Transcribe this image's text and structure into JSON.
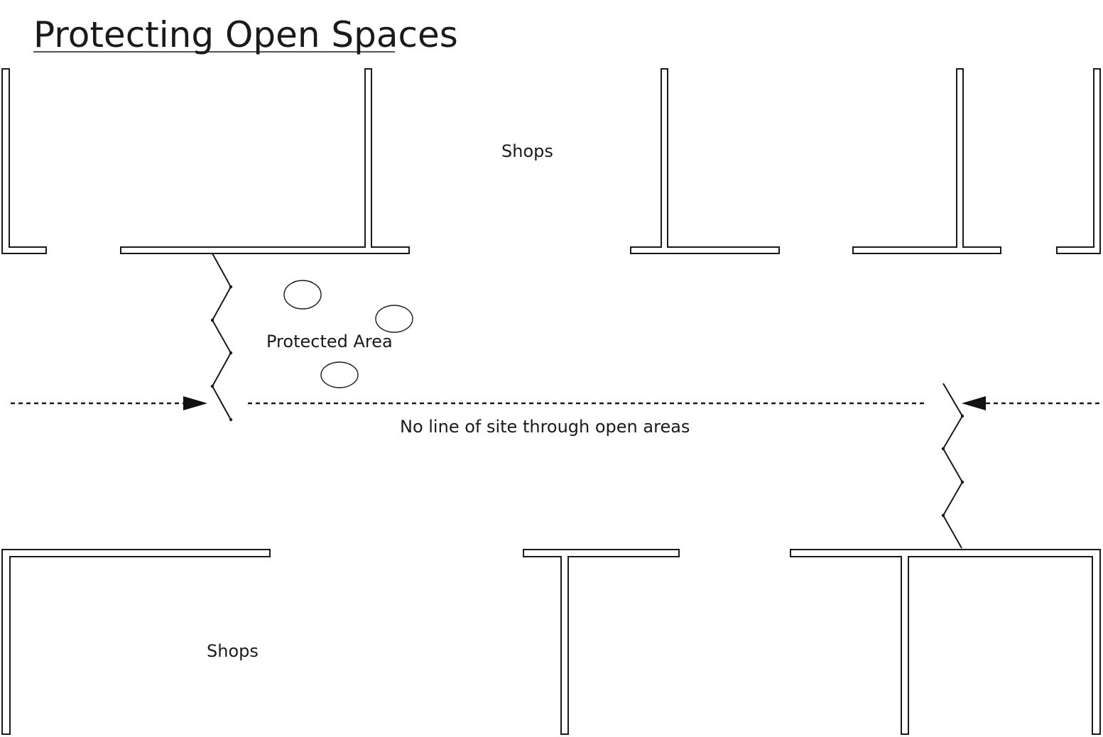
{
  "diagram": {
    "title": "Protecting Open Spaces",
    "labels": {
      "shops_top": "Shops",
      "shops_bottom": "Shops",
      "protected_area": "Protected Area",
      "sight_line_note": "No line of site through open areas"
    }
  }
}
